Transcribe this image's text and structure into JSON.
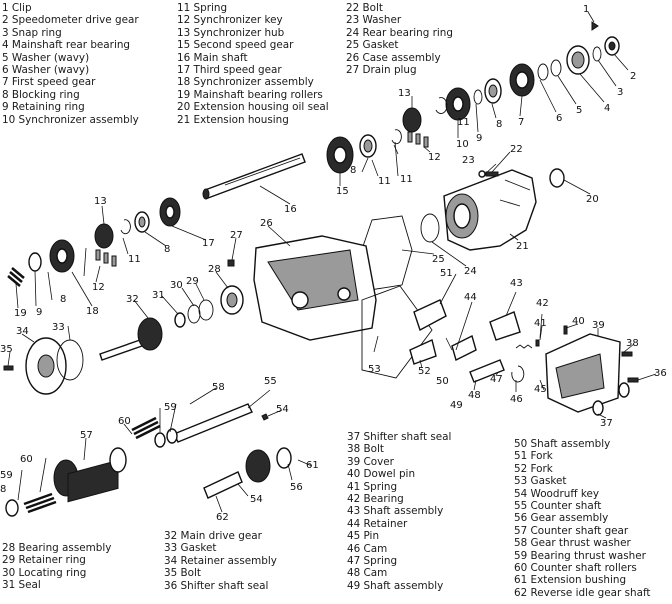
{
  "legend_top_left": [
    "1  Clip",
    "2  Speedometer drive gear",
    "3  Snap ring",
    "4  Mainshaft rear bearing",
    "5  Washer (wavy)",
    "6  Washer (wavy)",
    "7  First speed gear",
    "8  Blocking ring",
    "9  Retaining ring",
    "10  Synchronizer assembly"
  ],
  "legend_top_mid": [
    "11  Spring",
    "12  Synchronizer key",
    "13  Synchronizer hub",
    "15  Second speed gear",
    "16  Main shaft",
    "17  Third speed gear",
    "18  Synchronizer assembly",
    "19  Mainshaft bearing rollers",
    "20  Extension housing oil seal",
    "21  Extension housing"
  ],
  "legend_top_right": [
    "22  Bolt",
    "23  Washer",
    "24  Rear bearing ring",
    "25  Gasket",
    "26  Case assembly",
    "27  Drain plug"
  ],
  "legend_bottom_left": [
    "28  Bearing assembly",
    "29  Retainer ring",
    "30  Locating ring",
    "31  Seal"
  ],
  "legend_bottom_2": [
    "32  Main drive gear",
    "33  Gasket",
    "34  Retainer assembly",
    "35  Bolt",
    "36  Shifter shaft seal"
  ],
  "legend_bottom_3": [
    "37  Shifter shaft seal",
    "38  Bolt",
    "39  Cover",
    "40  Dowel pin",
    "41  Spring",
    "42  Bearing",
    "43  Shaft assembly",
    "44  Retainer",
    "45  Pin",
    "46  Cam",
    "47  Spring",
    "48  Cam",
    "49  Shaft assembly"
  ],
  "legend_bottom_right": [
    "50  Shaft assembly",
    "51  Fork",
    "52  Fork",
    "53  Gasket",
    "54  Woodruff key",
    "55  Counter shaft",
    "56  Gear assembly",
    "57  Counter shaft gear",
    "58  Gear thrust washer",
    "59  Bearing thrust washer",
    "60  Counter shaft rollers",
    "61  Extension bushing",
    "62  Reverse idle gear shaft"
  ],
  "callouts": {
    "c1": "1",
    "c2": "2",
    "c3": "3",
    "c4": "4",
    "c5": "5",
    "c6": "6",
    "c7": "7",
    "c8a": "8",
    "c9a": "9",
    "c10": "10",
    "c11a": "11",
    "c12a": "12",
    "c13a": "13",
    "c8b": "8",
    "c11b": "11",
    "c15": "15",
    "c16": "16",
    "c17": "17",
    "c8c": "8",
    "c11c": "11",
    "c12b": "12",
    "c13b": "13",
    "c11d": "11",
    "c8d": "8",
    "c9b": "9",
    "c18": "18",
    "c19": "19",
    "c22": "22",
    "c23": "23",
    "c20": "20",
    "c21": "21",
    "c24": "24",
    "c25": "25",
    "c26": "26",
    "c27": "27",
    "c28": "28",
    "c29": "29",
    "c30": "30",
    "c31": "31",
    "c32": "32",
    "c33": "33",
    "c34": "34",
    "c35": "35",
    "c36": "36",
    "c37": "37",
    "c38": "38",
    "c39": "39",
    "c40": "40",
    "c41": "41",
    "c42": "42",
    "c43": "43",
    "c44": "44",
    "c45": "45",
    "c46": "46",
    "c47": "47",
    "c48": "48",
    "c49": "49",
    "c50": "50",
    "c51": "51",
    "c52": "52",
    "c53": "53",
    "c54a": "54",
    "c54b": "54",
    "c55": "55",
    "c56": "56",
    "c57": "57",
    "c58": "58",
    "c59a": "59",
    "c60a": "60",
    "c59b": "59",
    "c60b": "60",
    "c8e": "8",
    "c61": "61",
    "c62": "62"
  }
}
